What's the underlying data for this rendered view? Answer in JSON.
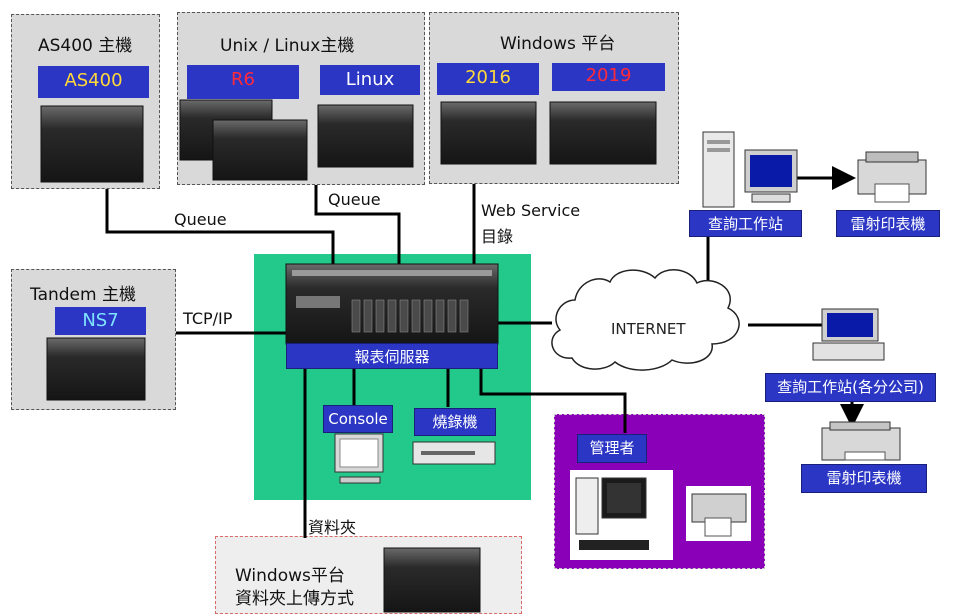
{
  "hosts": {
    "as400": {
      "title": "AS400 主機",
      "tag": "AS400"
    },
    "unix": {
      "title": "Unix / Linux主機",
      "tag_r6": "R6",
      "tag_linux": "Linux"
    },
    "windows_top": {
      "title": "Windows 平台",
      "tag_2016": "2016",
      "tag_2019": "2019"
    },
    "tandem": {
      "title": "Tandem 主機",
      "tag": "NS7"
    }
  },
  "connections": {
    "queue_1": "Queue",
    "queue_2": "Queue",
    "web_service_line1": "Web Service",
    "web_service_line2": "目錄",
    "tcp_ip": "TCP/IP",
    "folder": "資料夾"
  },
  "report_server": {
    "label": "報表伺服器"
  },
  "console": {
    "label": "Console"
  },
  "burner": {
    "label": "燒錄機"
  },
  "internet": {
    "label": "INTERNET"
  },
  "query_workstation": {
    "label": "查詢工作站"
  },
  "laser_printer_1": {
    "label": "雷射印表機"
  },
  "branch_workstation": {
    "label": "查詢工作站(各分公司)"
  },
  "laser_printer_2": {
    "label": "雷射印表機"
  },
  "admin": {
    "label": "管理者"
  },
  "windows_bottom": {
    "title_line1": "Windows平台",
    "title_line2": "資料夾上傳方式"
  },
  "colors": {
    "tag_blue": "#2b36c4",
    "green_zone": "#22c98a",
    "purple_zone": "#8a00b8",
    "host_gray": "#d9d9d9"
  }
}
